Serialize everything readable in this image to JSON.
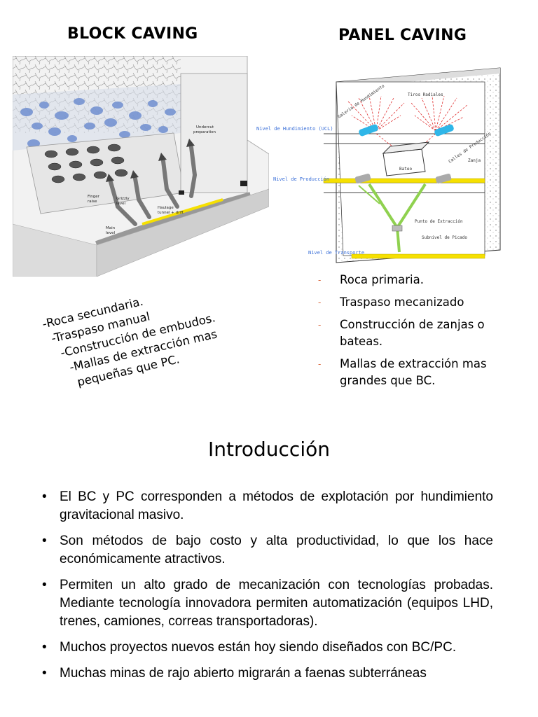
{
  "block_caving": {
    "title": "BLOCK CAVING",
    "figure_labels": {
      "undercut": "Undercut\npreparation",
      "finger_raise": "Finger\nraise",
      "grizzly": "Grizzly\nlevel",
      "haulage": "Haulage\ntunnel + drift",
      "main_level": "Main\nlevel"
    },
    "items": [
      "-Roca secundaria.",
      "-Traspaso manual",
      "-Construcción de embudos.",
      "-Mallas de extracción mas",
      "pequeñas que PC."
    ]
  },
  "panel_caving": {
    "title": "PANEL CAVING",
    "figure_labels": {
      "galeria": "Galeria de Hundimiento",
      "tiros": "Tiros Radiales",
      "nivel_hundimiento": "Nivel de Hundimiento (UCL)",
      "calles": "Calles de Producción",
      "zanja": "Zanja",
      "bateo": "Bateo",
      "nivel_produccion": "Nivel de Producción",
      "punto": "Punto de Extracción",
      "subnivel": "Subnivel de Picado",
      "nivel_transporte": "Nivel de Transporte"
    },
    "items": [
      "Roca primaria.",
      "Traspaso mecanizado",
      "Construcción de zanjas o bateas.",
      "Mallas de extracción mas grandes que BC."
    ],
    "dash_color": "#d9683e"
  },
  "intro": {
    "title": "Introducción",
    "bullets": [
      "El BC y PC corresponden a métodos de explotación por hundimiento gravitacional masivo.",
      "Son métodos de bajo costo y alta productividad, lo que los hace económicamente atractivos.",
      "Permiten un alto grado de mecanización con tecnologías probadas. Mediante tecnología innovadora permiten automatización (equipos LHD, trenes, camiones, correas transportadoras).",
      "Muchos proyectos nuevos están hoy siendo diseñados con BC/PC.",
      "Muchas minas de rajo abierto migrarán a faenas subterráneas"
    ]
  },
  "colors": {
    "diagram_blue": "#3a6fd8",
    "diagram_yellow": "#f6e000",
    "diagram_green": "#8fd14f",
    "diagram_red": "#e03030",
    "diagram_cyan": "#2fb6e8"
  }
}
